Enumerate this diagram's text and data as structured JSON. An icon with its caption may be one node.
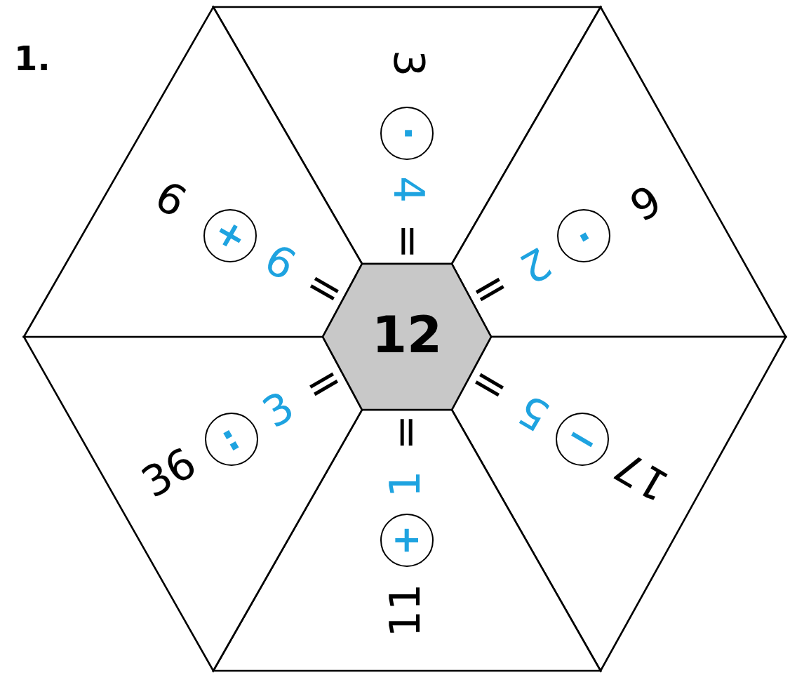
{
  "diagram": {
    "nodes": [
      {
        "text": [
          "12"
        ]
      },
      {
        "text": [
          "3",
          "4",
          "="
        ]
      },
      {
        "text": [
          "6",
          "2",
          "="
        ]
      },
      {
        "text": [
          "17",
          "5",
          "="
        ]
      },
      {
        "text": [
          "11",
          "1",
          "="
        ]
      },
      {
        "text": [
          "36",
          "3",
          "="
        ]
      },
      {
        "text": [
          "6",
          "6",
          "="
        ]
      },
      {
        "text": [
          "·"
        ],
        "in": 1
      },
      {
        "text": [
          "·"
        ],
        "in": 2
      },
      {
        "text": [
          "−"
        ],
        "in": 3
      },
      {
        "text": [
          "+"
        ],
        "in": 4
      },
      {
        "text": [
          ":"
        ],
        "in": 5
      },
      {
        "text": [
          "+"
        ],
        "in": 6
      }
    ],
    "labels": [
      "1."
    ]
  }
}
